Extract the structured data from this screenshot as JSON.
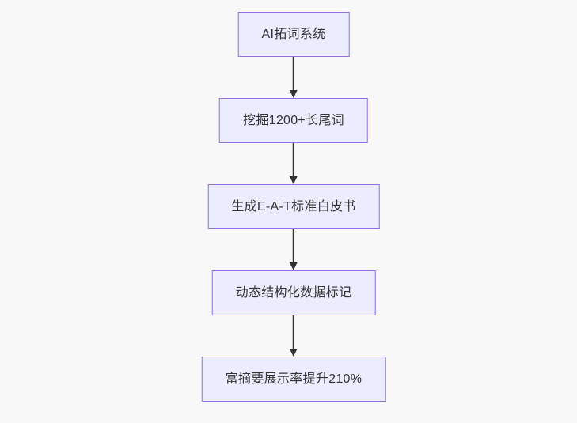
{
  "canvas": {
    "background_color": "#f8f8f8"
  },
  "flowchart": {
    "type": "flowchart",
    "direction": "top-down",
    "node_fill_color": "#ECECFF",
    "node_border_color": "#9370DB",
    "node_text_color": "#333333",
    "arrow_color": "#333333",
    "nodes": [
      {
        "label": "AI拓词系统"
      },
      {
        "label": "挖掘1200+长尾词"
      },
      {
        "label": "生成E-A-T标准白皮书"
      },
      {
        "label": "动态结构化数据标记"
      },
      {
        "label": "富摘要展示率提升210%"
      }
    ],
    "edges": [
      {
        "from": 0,
        "to": 1
      },
      {
        "from": 1,
        "to": 2
      },
      {
        "from": 2,
        "to": 3
      },
      {
        "from": 3,
        "to": 4
      }
    ]
  }
}
